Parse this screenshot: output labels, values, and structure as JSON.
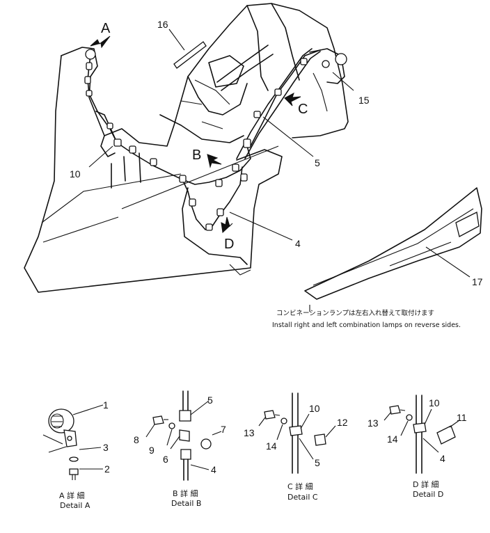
{
  "callouts": {
    "c1": "1",
    "c2": "2",
    "c3": "3",
    "c4a": "4",
    "c4b": "4",
    "c4c": "4",
    "c5a": "5",
    "c5b": "5",
    "c5c": "5",
    "c6": "6",
    "c7": "7",
    "c8": "8",
    "c9": "9",
    "c10a": "10",
    "c10b": "10",
    "c10c": "10",
    "c11": "11",
    "c12": "12",
    "c13a": "13",
    "c13b": "13",
    "c14a": "14",
    "c14b": "14",
    "c15": "15",
    "c16": "16",
    "c17": "17"
  },
  "views": {
    "A": "A",
    "B": "B",
    "C": "C",
    "D": "D"
  },
  "note": {
    "jp": "コンビネーションランプは左右入れ替えて取付けます",
    "en": "Install right and left combination lamps on reverse sides."
  },
  "details": {
    "a_jp": "A 詳 細",
    "a_en": "Detail  A",
    "b_jp": "B 詳 細",
    "b_en": "Detail  B",
    "c_jp": "C 詳 細",
    "c_en": "Detail  C",
    "d_jp": "D 詳 細",
    "d_en": "Detail  D"
  }
}
